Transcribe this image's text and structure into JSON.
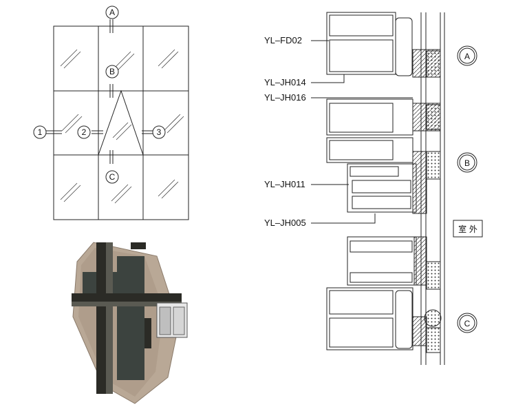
{
  "elevation": {
    "markers": {
      "top": "A",
      "middle": "B",
      "bottom": "C",
      "left": "1",
      "center": "2",
      "right": "3"
    }
  },
  "section": {
    "profile_labels": [
      "YL–FD02",
      "YL–JH014",
      "YL–JH016",
      "YL–JH011",
      "YL–JH005"
    ],
    "detail_markers": [
      "A",
      "B",
      "C"
    ],
    "exterior_label": "室 外"
  },
  "colors": {
    "line": "#222222",
    "glass_tint": "#b9a896",
    "frame_dark": "#2b2b26"
  }
}
